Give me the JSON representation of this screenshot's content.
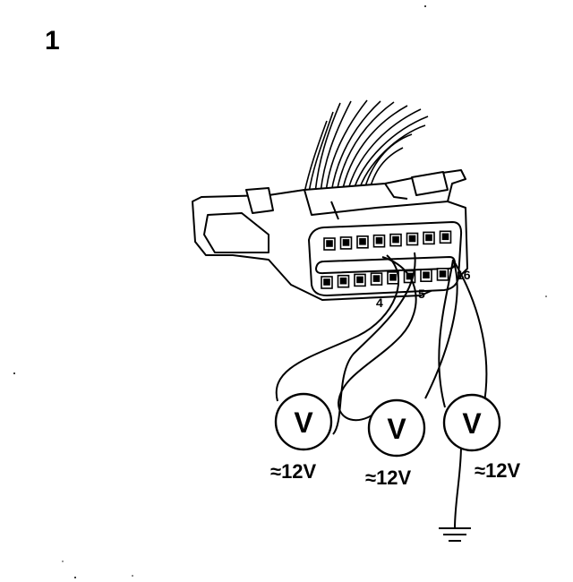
{
  "figure_number": "1",
  "pin_labels": {
    "pin4": "4",
    "pin5": "5",
    "pin16": "16"
  },
  "meters": [
    {
      "symbol": "V",
      "reading": "≈12V"
    },
    {
      "symbol": "V",
      "reading": "≈12V"
    },
    {
      "symbol": "V",
      "reading": "≈12V"
    }
  ],
  "colors": {
    "ink": "#000000",
    "paper": "#ffffff"
  }
}
